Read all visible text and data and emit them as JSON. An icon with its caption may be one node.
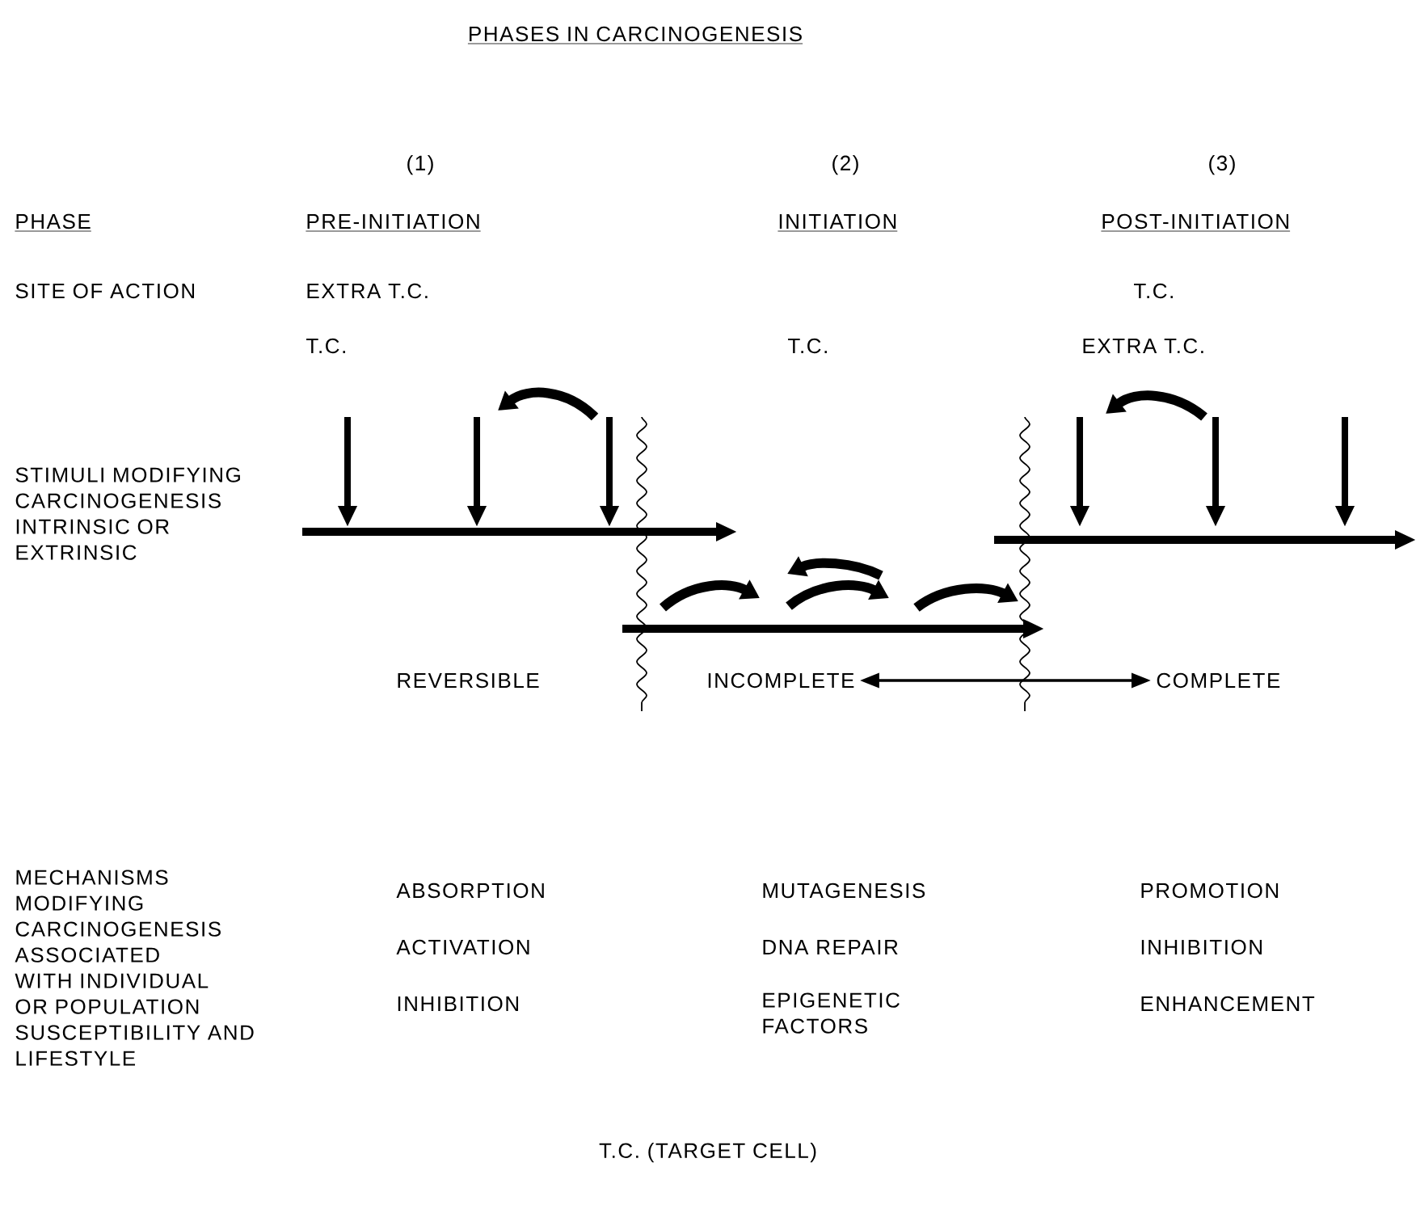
{
  "diagram": {
    "title": "PHASES IN CARCINOGENESIS",
    "caption": "T.C. (TARGET CELL)",
    "nodes": [
      {
        "text": [
          "INCOMPLETE"
        ]
      },
      {
        "text": [
          "COMPLETE"
        ]
      }
    ],
    "edges": [
      {
        "from": 0,
        "to": 1,
        "arrow": "both"
      }
    ],
    "labels": [
      "(1)",
      "(2)",
      "(3)",
      "PHASE",
      "PRE-INITIATION",
      "INITIATION",
      "POST-INITIATION",
      "SITE OF ACTION",
      "EXTRA T.C.",
      "T.C.",
      "T.C.",
      "T.C.",
      "EXTRA T.C.",
      "STIMULI MODIFYING CARCINOGENESIS INTRINSIC OR EXTRINSIC",
      "REVERSIBLE",
      "MECHANISMS MODIFYING CARCINOGENESIS ASSOCIATED WITH INDIVIDUAL OR POPULATION SUSCEPTIBILITY AND LIFESTYLE",
      "ABSORPTION",
      "MUTAGENESIS",
      "PROMOTION",
      "ACTIVATION",
      "DNA REPAIR",
      "INHIBITION",
      "INHIBITION",
      "EPIGENETIC FACTORS",
      "ENHANCEMENT"
    ]
  }
}
